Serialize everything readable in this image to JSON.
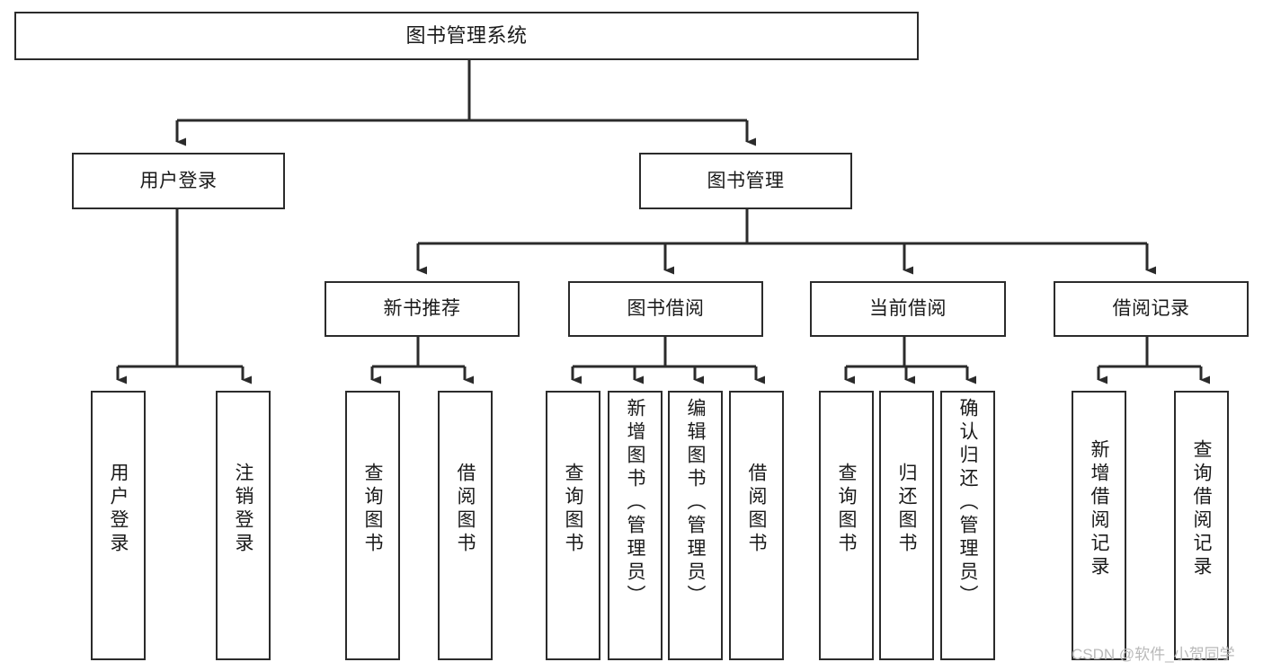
{
  "diagram": {
    "title": "图书管理系统",
    "type": "tree-hierarchy-chart",
    "watermark": "CSDN @软件_小贺同学",
    "colors": {
      "background": "#ffffff",
      "box_border": "#2b2b2b",
      "box_fill": "#ffffff",
      "connector": "#2b2b2b",
      "text": "#1a1a1a",
      "watermark": "#b9b9b9"
    },
    "root": {
      "id": "root",
      "label": "图书管理系统"
    },
    "level2": [
      {
        "id": "user-login",
        "label": "用户登录"
      },
      {
        "id": "book-management",
        "label": "图书管理"
      }
    ],
    "level3": [
      {
        "id": "new-book-recommend",
        "label": "新书推荐",
        "parent": "book-management"
      },
      {
        "id": "book-borrow",
        "label": "图书借阅",
        "parent": "book-management"
      },
      {
        "id": "current-borrow",
        "label": "当前借阅",
        "parent": "book-management"
      },
      {
        "id": "borrow-record",
        "label": "借阅记录",
        "parent": "book-management"
      }
    ],
    "leaves": [
      {
        "id": "leaf-user-login",
        "label": "用户登录",
        "parent": "user-login"
      },
      {
        "id": "leaf-user-logout",
        "label": "注销登录",
        "parent": "user-login"
      },
      {
        "id": "leaf-query-book-1",
        "label": "查询图书",
        "parent": "new-book-recommend"
      },
      {
        "id": "leaf-borrow-book-1",
        "label": "借阅图书",
        "parent": "new-book-recommend"
      },
      {
        "id": "leaf-query-book-2",
        "label": "查询图书",
        "parent": "book-borrow"
      },
      {
        "id": "leaf-add-book",
        "label": "新增图书（管理员）",
        "parent": "book-borrow"
      },
      {
        "id": "leaf-edit-book",
        "label": "编辑图书（管理员）",
        "parent": "book-borrow"
      },
      {
        "id": "leaf-borrow-book-2",
        "label": "借阅图书",
        "parent": "book-borrow"
      },
      {
        "id": "leaf-query-book-3",
        "label": "查询图书",
        "parent": "current-borrow"
      },
      {
        "id": "leaf-return-book",
        "label": "归还图书",
        "parent": "current-borrow"
      },
      {
        "id": "leaf-confirm-return",
        "label": "确认归还（管理员）",
        "parent": "current-borrow"
      },
      {
        "id": "leaf-add-record",
        "label": "新增借阅记录",
        "parent": "borrow-record"
      },
      {
        "id": "leaf-query-record",
        "label": "查询借阅记录",
        "parent": "borrow-record"
      }
    ]
  }
}
